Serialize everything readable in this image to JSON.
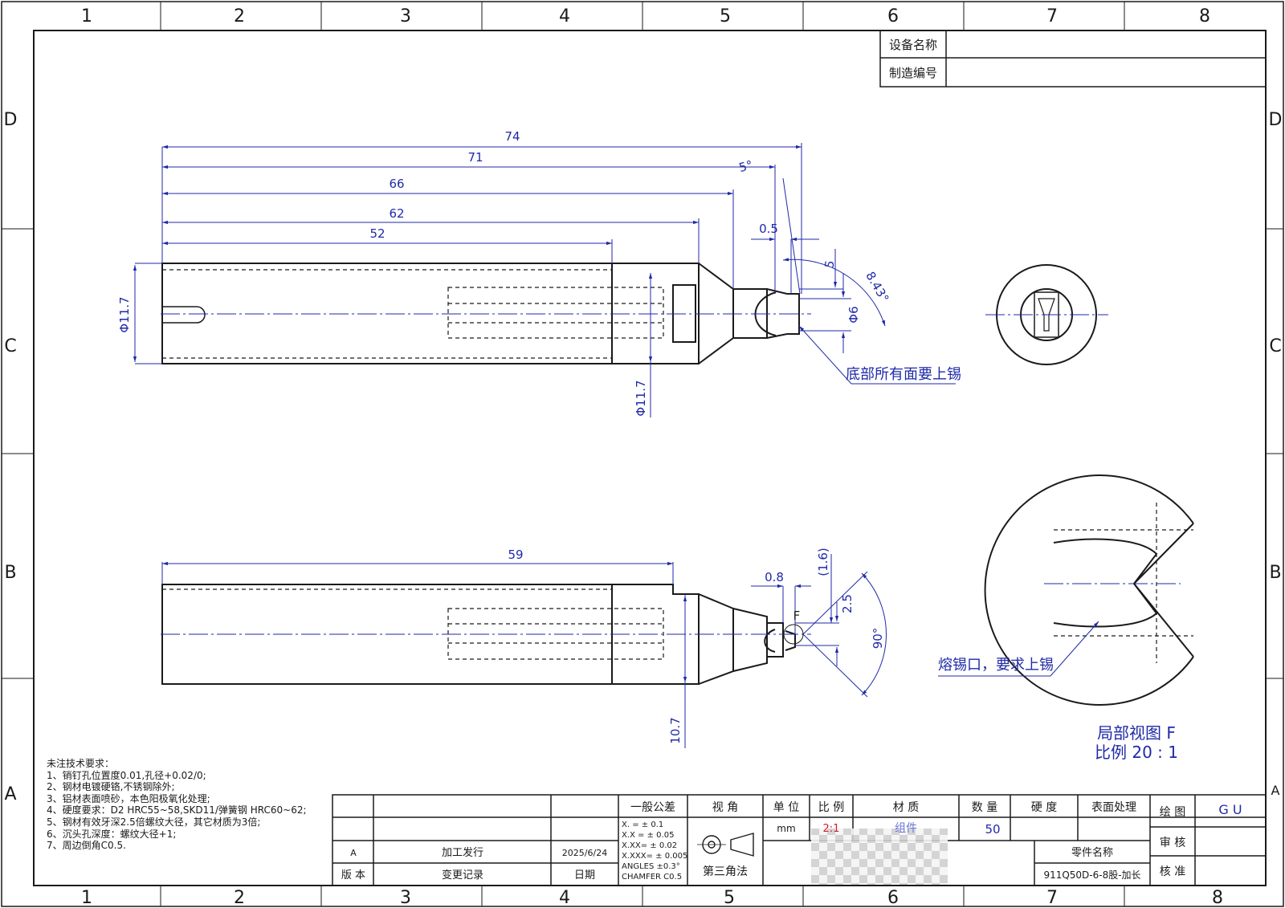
{
  "frame": {
    "zones_top": [
      "1",
      "2",
      "3",
      "4",
      "5",
      "6",
      "7",
      "8"
    ],
    "zones_bottom": [
      "1",
      "2",
      "3",
      "4",
      "5",
      "6",
      "7",
      "8"
    ],
    "rows_left": [
      "D",
      "C",
      "B",
      "A"
    ],
    "rows_right": [
      "D",
      "C",
      "B",
      "A"
    ]
  },
  "header_box": {
    "equipment_label": "设备名称",
    "serial_label": "制造编号"
  },
  "top_view": {
    "d1": "74",
    "d2": "71",
    "d3": "66",
    "d4": "62",
    "d5": "52",
    "angle_top": "5°",
    "d_05": "0.5",
    "d_5": "5",
    "angle_arc": "8.43°",
    "dia_left": "Φ11.7",
    "dia_bottom": "Φ11.7",
    "dia_small": "Φ6",
    "note": "底部所有面要上锡"
  },
  "bottom_view": {
    "d59": "59",
    "d_08": "0.8",
    "d_16": "(1.6)",
    "d_25": "2.5",
    "angle_90": "90°",
    "label_f": "F",
    "d_107": "10.7"
  },
  "detail": {
    "note": "熔锡口，要求上锡",
    "title": "局部视图 F",
    "scale": "比例 20 : 1"
  },
  "tech_notes": {
    "title": "未注技术要求：",
    "items": [
      "1、销钉孔位置度0.01,孔径+0.02/0;",
      "2、钢材电镀硬铬,不锈钢除外;",
      "3、铝材表面喷砂，本色阳极氧化处理;",
      "4、硬度要求：D2  HRC55~58,SKD11/弹簧钢  HRC60~62;",
      "5、钢材有效牙深2.5倍螺纹大径，其它材质为3倍;",
      "6、沉头孔深度：螺纹大径+1;",
      "7、周边倒角C0.5."
    ]
  },
  "title_block": {
    "rev_letter": "A",
    "rev_desc": "加工发行",
    "rev_date": "2025/6/24",
    "rev_col_label": "版 本",
    "change_label": "变更记录",
    "date_label": "日期",
    "general_tol": "一般公差",
    "tol_lines": [
      "X.  = ± 0.1",
      "X.X = ± 0.05",
      "X.XX= ± 0.02",
      "X.XXX= ± 0.005",
      "ANGLES  ±0.3°",
      "CHAMFER C0.5"
    ],
    "view_label": "视 角",
    "projection": "第三角法",
    "unit_label": "单 位",
    "unit_value": "mm",
    "scale_label": "比 例",
    "scale_value": "2:1",
    "material_label": "材  质",
    "material_value": "组件",
    "qty_label": "数 量",
    "qty_value": "50",
    "hardness_label": "硬 度",
    "surface_label": "表面处理",
    "part_name_label": "零件名称",
    "part_name_value": "911Q50D-6-8股-加长",
    "draw_label": "绘 图",
    "draw_value": "G U",
    "review_label": "审 核",
    "approve_label": "核 准"
  },
  "colors": {
    "line": "#1a1a1a",
    "dimension": "#1f2aa8",
    "scale_red": "#d0202a"
  }
}
